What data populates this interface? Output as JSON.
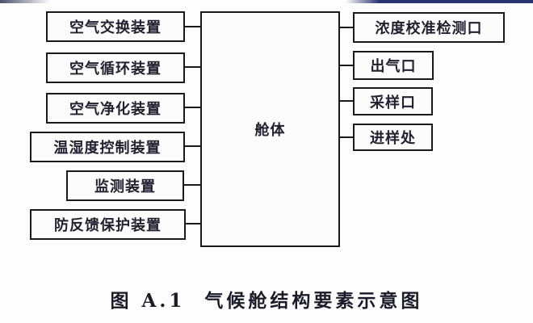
{
  "diagram": {
    "title": "climate-chamber-structure-diagram",
    "center_box": {
      "label": "舱体"
    },
    "left_boxes": [
      {
        "label": "空气交换装置"
      },
      {
        "label": "空气循环装置"
      },
      {
        "label": "空气净化装置"
      },
      {
        "label": "温湿度控制装置"
      },
      {
        "label": "监测装置"
      },
      {
        "label": "防反馈保护装置"
      }
    ],
    "right_boxes": [
      {
        "label": "浓度校准检测口"
      },
      {
        "label": "出气口"
      },
      {
        "label": "采样口"
      },
      {
        "label": "进样处"
      }
    ],
    "caption": "图 A.1  气候舱结构要素示意图"
  },
  "colors": {
    "background": "#fdfdfd",
    "box_border": "#1a1a1a",
    "text": "#221f2e",
    "top_banner_left": "#4a5370",
    "top_banner_right": "#2a3472"
  }
}
